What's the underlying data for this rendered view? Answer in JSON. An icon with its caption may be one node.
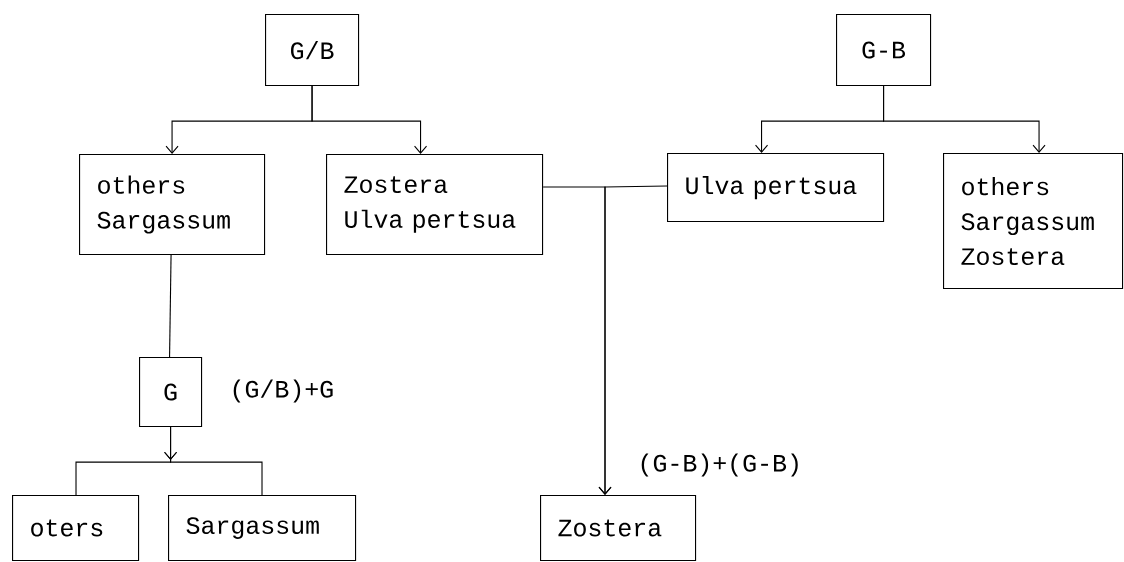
{
  "diagram": {
    "nodes": [
      {
        "text": [
          "G/B"
        ]
      },
      {
        "text": [
          "G-B"
        ]
      },
      {
        "text": [
          "others",
          "Sargassum"
        ]
      },
      {
        "text": [
          "Zostera",
          "Ulva pertsua"
        ]
      },
      {
        "text": [
          "Ulva pertsua"
        ]
      },
      {
        "text": [
          "others",
          "Sargassum",
          "Zostera"
        ]
      },
      {
        "text": [
          "G"
        ],
        "beside": [
          "(G/B)+G"
        ]
      },
      {
        "text": [
          "oters"
        ]
      },
      {
        "text": [
          "Sargassum"
        ]
      },
      {
        "text": [
          "Zostera"
        ],
        "beside": [
          "(G-B)+(G-B)"
        ]
      }
    ],
    "edges": [
      {
        "from": 0,
        "to": 2,
        "arrow": "to"
      },
      {
        "from": 0,
        "to": 3,
        "arrow": "to"
      },
      {
        "from": 1,
        "to": 4,
        "arrow": "to"
      },
      {
        "from": 1,
        "to": 5,
        "arrow": "to"
      },
      {
        "from": 2,
        "to": 6,
        "arrow": "none"
      },
      {
        "from": 3,
        "to": 9,
        "arrow": "to"
      },
      {
        "from": 4,
        "to": 9,
        "arrow": "to"
      },
      {
        "from": 6,
        "to": 7,
        "arrow": "to"
      },
      {
        "from": 6,
        "to": 8,
        "arrow": "to"
      }
    ]
  }
}
